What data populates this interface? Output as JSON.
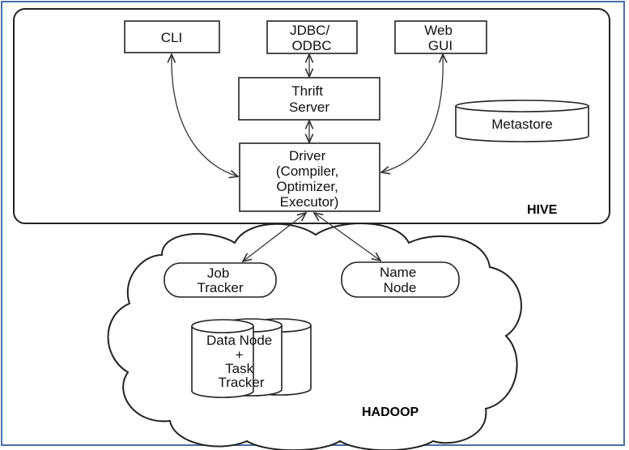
{
  "hive": {
    "label": "HIVE",
    "cli": [
      "CLI"
    ],
    "jdbc": [
      "JDBC/",
      "ODBC"
    ],
    "webgui": [
      "Web",
      "GUI"
    ],
    "thrift": [
      "Thrift",
      "Server"
    ],
    "metastore": [
      "Metastore"
    ],
    "driver": [
      "Driver",
      "(Compiler,",
      "Optimizer,",
      "Executor)"
    ]
  },
  "hadoop": {
    "label": "HADOOP",
    "job_tracker": [
      "Job",
      "Tracker"
    ],
    "name_node": [
      "Name",
      "Node"
    ],
    "data_node": [
      "Data Node",
      "+",
      "Task",
      "Tracker"
    ]
  }
}
